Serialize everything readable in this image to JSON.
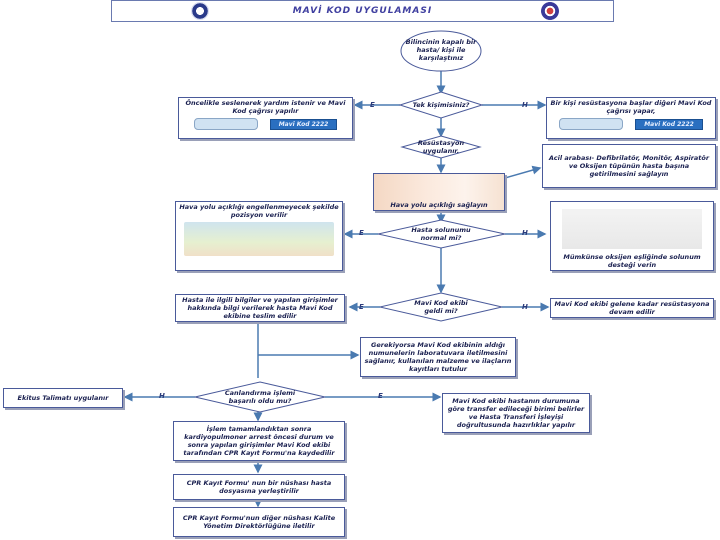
{
  "header": {
    "title": "MAVİ KOD UYGULAMASI"
  },
  "start": {
    "text": "Bilincinin kapalı bir hasta/ kişi ile karşılaştınız"
  },
  "d1": {
    "text": "Tek kişimisiniz?",
    "no": "E",
    "yes": "H"
  },
  "left_box": {
    "text": "Öncelikle seslenerek yardım istenir ve Mavi Kod çağrısı yapılır",
    "tab": "Mavi Kod 2222"
  },
  "right_box": {
    "text": "Bir kişi resüstasyona başlar diğeri Mavi Kod çağrısı yapar,",
    "tab": "Mavi Kod 2222"
  },
  "resus": {
    "text": "Resüstasyon uygulanır."
  },
  "equip": {
    "text": "Acil arabası- Defibrilatör, Monitör, Aspiratör ve Oksijen tüpünün hasta başına getirilmesini sağlayın"
  },
  "airway": {
    "text": "Hava yolu açıklığı sağlayın"
  },
  "airway_left": {
    "text": "Hava yolu açıklığı engellenmeyecek şekilde pozisyon verilir"
  },
  "d2": {
    "text": "Hasta solunumu normal mi?",
    "e": "E",
    "h": "H"
  },
  "oxygen": {
    "text": "Mümkünse oksijen eşliğinde solunum desteği verin"
  },
  "info": {
    "text": "Hasta ile ilgili bilgiler ve yapılan girişimler hakkında bilgi verilerek hasta Mavi Kod ekibine teslim edilir"
  },
  "d3": {
    "text": "Mavi Kod ekibi geldi mi?",
    "e": "E",
    "h": "H"
  },
  "continue": {
    "text": "Mavi Kod ekibi gelene kadar resüstasyona devam edilir"
  },
  "lab": {
    "text": "Gerekiyorsa Mavi Kod ekibinin aldığı numunelerin laboratuvara iletilmesini sağlanır, kullanılan malzeme ve ilaçların kayıtları tutulur"
  },
  "d4": {
    "text": "Canlandırma işlemi başarılı oldu mu?",
    "h": "H",
    "e": "E"
  },
  "exitus": {
    "text": "Ekitus Talimatı uygulanır"
  },
  "transfer": {
    "text": "Mavi Kod ekibi hastanın durumuna göre transfer edileceği birimi belirler ve Hasta Transferi İşleyişi doğrultusunda hazırlıklar yapılır"
  },
  "record": {
    "text": "İşlem tamamlandıktan sonra kardiyopulmoner arrest öncesi durum ve sonra yapılan girişimler Mavi Kod ekibi tarafından CPR Kayıt Formu'na kaydedilir"
  },
  "copy": {
    "text": "CPR Kayıt Formu' nun bir nüshası hasta dosyasına yerleştirilir"
  },
  "quality": {
    "text": "CPR Kayıt Formu'nun diğer nüshası Kalite Yönetim Direktörlüğüne iletilir"
  },
  "colors": {
    "line": "#4a7ab0",
    "box_border": "#4a5a9a",
    "tab": "#2a6fc0",
    "title": "#4040a0"
  }
}
